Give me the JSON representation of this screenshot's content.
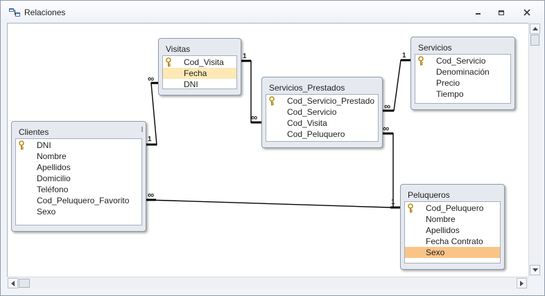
{
  "window": {
    "title": "Relaciones"
  },
  "tables": {
    "visitas": {
      "name": "Visitas",
      "fields": [
        {
          "name": "Cod_Visita",
          "key": true
        },
        {
          "name": "Fecha"
        },
        {
          "name": "DNI"
        }
      ]
    },
    "servicios": {
      "name": "Servicios",
      "fields": [
        {
          "name": "Cod_Servicio",
          "key": true
        },
        {
          "name": "Denominación"
        },
        {
          "name": "Precio"
        },
        {
          "name": "Tiempo"
        }
      ]
    },
    "servicios_prestados": {
      "name": "Servicios_Prestados",
      "fields": [
        {
          "name": "Cod_Servicio_Prestado",
          "key": true
        },
        {
          "name": "Cod_Servicio"
        },
        {
          "name": "Cod_Visita"
        },
        {
          "name": "Cod_Peluquero"
        }
      ]
    },
    "clientes": {
      "name": "Clientes",
      "fields": [
        {
          "name": "DNI",
          "key": true
        },
        {
          "name": "Nombre"
        },
        {
          "name": "Apellidos"
        },
        {
          "name": "Domicilio"
        },
        {
          "name": "Teléfono"
        },
        {
          "name": "Cod_Peluquero_Favorito"
        },
        {
          "name": "Sexo"
        }
      ]
    },
    "peluqueros": {
      "name": "Peluqueros",
      "fields": [
        {
          "name": "Cod_Peluquero",
          "key": true
        },
        {
          "name": "Nombre"
        },
        {
          "name": "Apellidos"
        },
        {
          "name": "Fecha Contrato"
        },
        {
          "name": "Sexo"
        }
      ]
    }
  },
  "cardinality": {
    "one": "1",
    "many": "∞"
  },
  "colors": {
    "field_highlight": "#fde8b6",
    "field_selected": "#fbc487",
    "key_icon": "#c9a227"
  },
  "icons": {
    "window": "relationships-icon",
    "key": "primary-key-icon"
  }
}
